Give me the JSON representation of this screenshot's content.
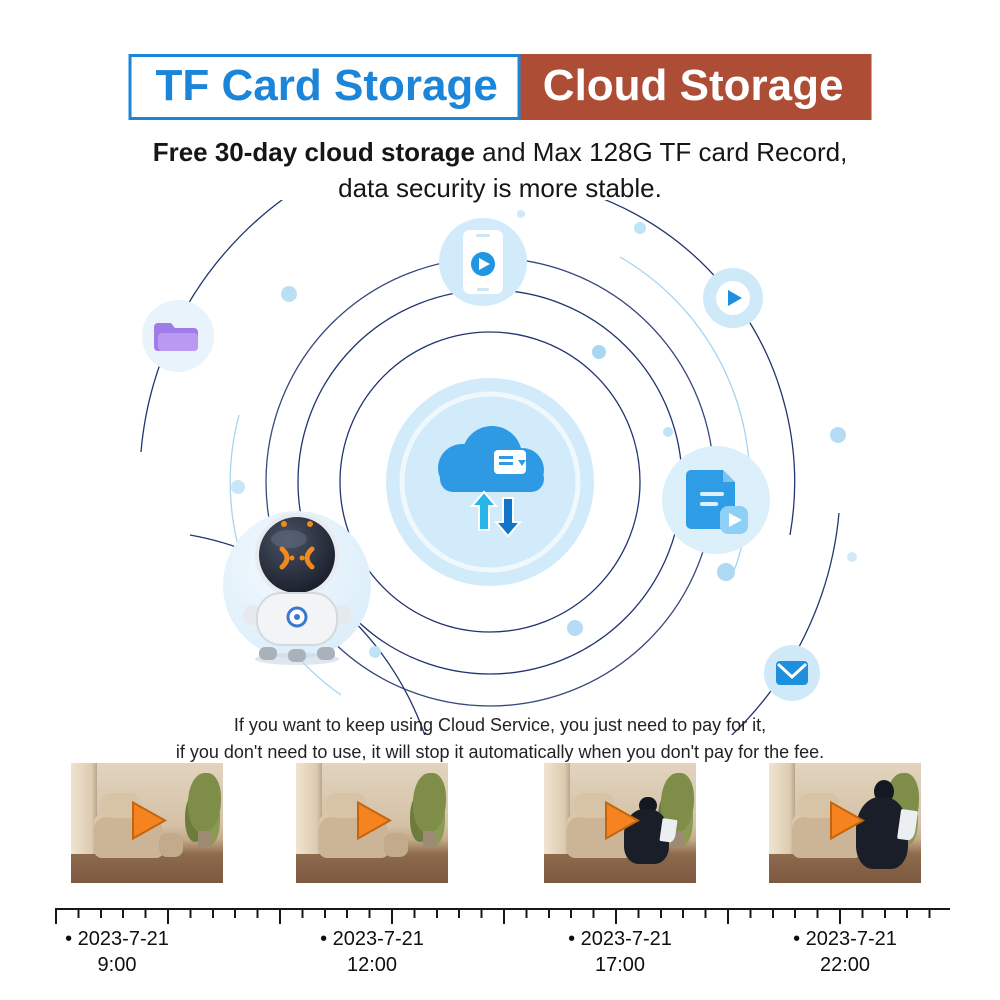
{
  "header": {
    "tf_label": "TF Card Storage",
    "cloud_label": "Cloud Storage"
  },
  "subtitle": {
    "bold": "Free 30-day cloud storage",
    "rest": " and Max 128G TF card Record,",
    "line2": "data security is more stable."
  },
  "note": {
    "line1": "If you want to keep using Cloud Service, you just need to pay for it,",
    "line2": "if you don't need to use, it will stop it automatically when you don't pay for the fee."
  },
  "timeline": {
    "items": [
      {
        "label": "• 2023-7-21",
        "time": "9:00"
      },
      {
        "label": "• 2023-7-21",
        "time": "12:00"
      },
      {
        "label": "• 2023-7-21",
        "time": "17:00"
      },
      {
        "label": "• 2023-7-21",
        "time": "22:00"
      }
    ]
  },
  "icons": {
    "center": "cloud-upload-download-icon",
    "top": "phone-video-icon",
    "top_right": "play-circle-icon",
    "right": "video-file-icon",
    "bottom_right": "mail-icon",
    "left": "folder-icon",
    "bottom_left": "security-camera-image",
    "thumbnails": "play-icon"
  },
  "colors": {
    "blue": "#1a85d9",
    "brick": "#ad4d36",
    "navy_ring": "#22356f",
    "light_blue": "#d2ebfa",
    "icon_blue": "#2196e0",
    "play_orange": "#f5831f",
    "folder_purple": "#a07ce8"
  }
}
